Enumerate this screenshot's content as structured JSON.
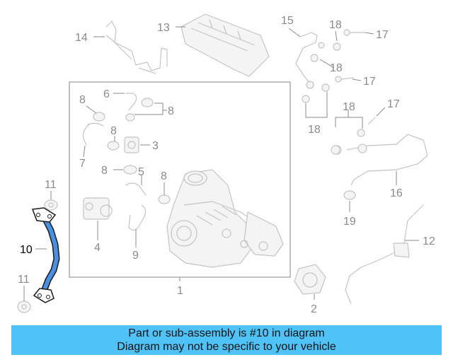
{
  "callouts": {
    "c1": "1",
    "c2": "2",
    "c3": "3",
    "c4": "4",
    "c5": "5",
    "c6": "6",
    "c7": "7",
    "c8a": "8",
    "c8b": "8",
    "c8c": "8",
    "c8d": "8",
    "c8e": "8",
    "c9": "9",
    "c10": "10",
    "c11a": "11",
    "c11b": "11",
    "c12": "12",
    "c13": "13",
    "c14": "14",
    "c15": "15",
    "c16": "16",
    "c17a": "17",
    "c17b": "17",
    "c17c": "17",
    "c18a": "18",
    "c18b": "18",
    "c18c": "18",
    "c18d": "18",
    "c19": "19"
  },
  "colors": {
    "highlight_part": "#4a90e2",
    "banner_bg": "#4fc3f7",
    "ghost_line": "#c4c4c4",
    "label_gray": "#8a8a8a"
  },
  "banner": {
    "line1": "Part or sub-assembly is #10 in diagram",
    "line2": "Diagram may not be specific to your vehicle"
  }
}
